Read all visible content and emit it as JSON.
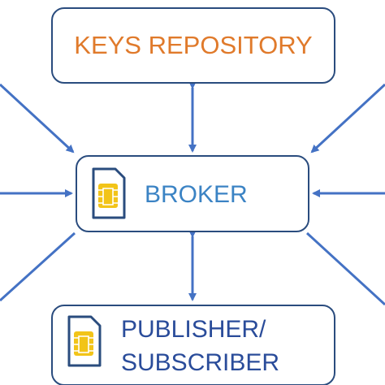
{
  "diagram": {
    "colors": {
      "box_border": "#2a4c7e",
      "arrow": "#4472c4",
      "keys_text": "#e07a2b",
      "broker_text": "#3b83c4",
      "pubsub_text": "#2a4c9a",
      "sim_gold": "#f2c418"
    },
    "nodes": {
      "keys_repository": {
        "label": "KEYS REPOSITORY"
      },
      "broker": {
        "label": "BROKER",
        "icon": "sim-card-icon"
      },
      "publisher_subscriber": {
        "label_line1": "PUBLISHER/",
        "label_line2": "SUBSCRIBER",
        "icon": "sim-card-icon"
      }
    },
    "edges": [
      {
        "from": "keys_repository",
        "to": "broker",
        "direction": "both"
      },
      {
        "from": "broker",
        "to": "publisher_subscriber",
        "direction": "both"
      },
      {
        "from": "offscreen-top-left",
        "to": "broker",
        "direction": "one-way"
      },
      {
        "from": "offscreen-left",
        "to": "broker",
        "direction": "one-way"
      },
      {
        "from": "broker",
        "to": "offscreen-bottom-left",
        "direction": "line"
      },
      {
        "from": "offscreen-top-right",
        "to": "broker",
        "direction": "one-way"
      },
      {
        "from": "offscreen-right",
        "to": "broker",
        "direction": "one-way"
      },
      {
        "from": "broker",
        "to": "offscreen-bottom-right",
        "direction": "line"
      }
    ]
  }
}
